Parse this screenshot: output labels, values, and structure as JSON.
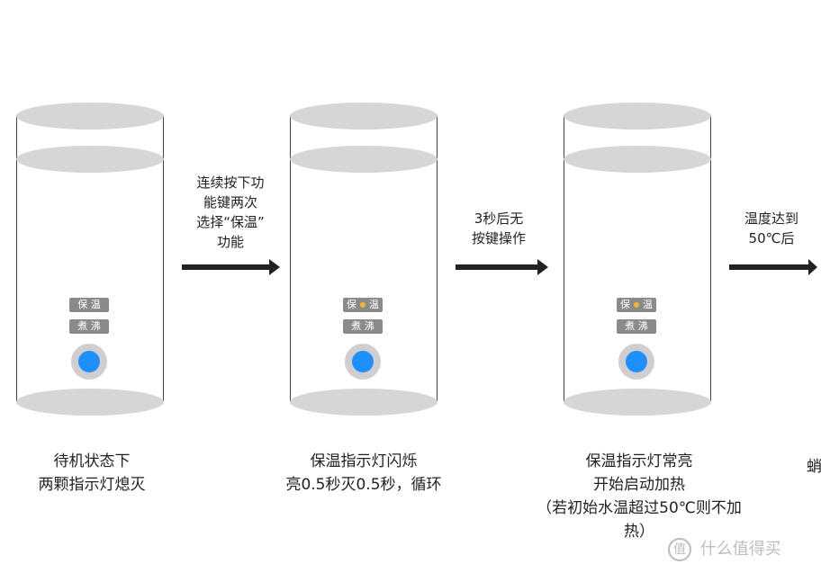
{
  "cups": [
    {
      "panel_keep": "保  温",
      "panel_boil": "煮  沸",
      "caption_lines": [
        "待机状态下",
        "两颗指示灯熄灭"
      ]
    },
    {
      "panel_keep": "保 ● 温",
      "panel_boil": "煮  沸",
      "caption_lines": [
        "保温指示灯闪烁",
        "亮0.5秒灭0.5秒，循环"
      ]
    },
    {
      "panel_keep": "保 ● 温",
      "panel_boil": "煮  沸",
      "caption_lines": [
        "保温指示灯常亮",
        "开始启动加热",
        "（若初始水温超过50℃则不加",
        "热）"
      ]
    }
  ],
  "arrows": [
    {
      "label_lines": [
        "连续按下功",
        "能键两次",
        "选择“保温”",
        "功能"
      ]
    },
    {
      "label_lines": [
        "3秒后无",
        "按键操作"
      ]
    },
    {
      "label_lines": [
        "温度达到",
        "50℃后"
      ]
    }
  ],
  "edge_text": "蛸",
  "watermark": {
    "circle": "值",
    "text": "什么值得买"
  }
}
